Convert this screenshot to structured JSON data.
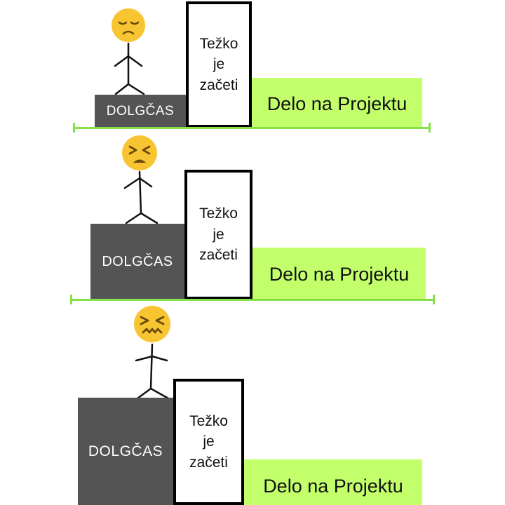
{
  "labels": {
    "boredom": "DOLGČAS",
    "hard_to_start": "Težko\nje\nzačeti",
    "project_work": "Delo na Projektu"
  },
  "colors": {
    "boredom_block": "#545454",
    "project_bar": "#c2ff6b",
    "ground_line": "#86e04a",
    "emoji_face": "#f7c531"
  },
  "panels": [
    {
      "emoji": "disappointed-face"
    },
    {
      "emoji": "persevering-face"
    },
    {
      "emoji": "confounded-face"
    }
  ]
}
